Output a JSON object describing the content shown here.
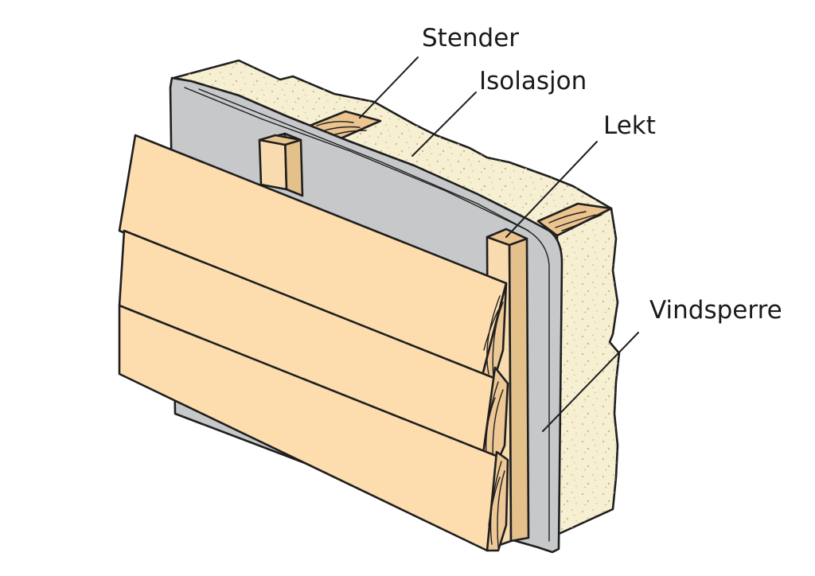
{
  "labels": {
    "stender": "Stender",
    "isolasjon": "Isolasjon",
    "lekt": "Lekt",
    "vindsperre": "Vindsperre"
  },
  "colors": {
    "insulation": "#f6efd2",
    "insulation_dots": "#c9b98a",
    "wind_barrier": "#c6c8ca",
    "stud_end": "#ebc48f",
    "batten_front": "#f8dcb0",
    "batten_side": "#e4c08a",
    "board_face": "#fddcae",
    "board_end": "#eec897",
    "outline": "#1f1f1f"
  }
}
